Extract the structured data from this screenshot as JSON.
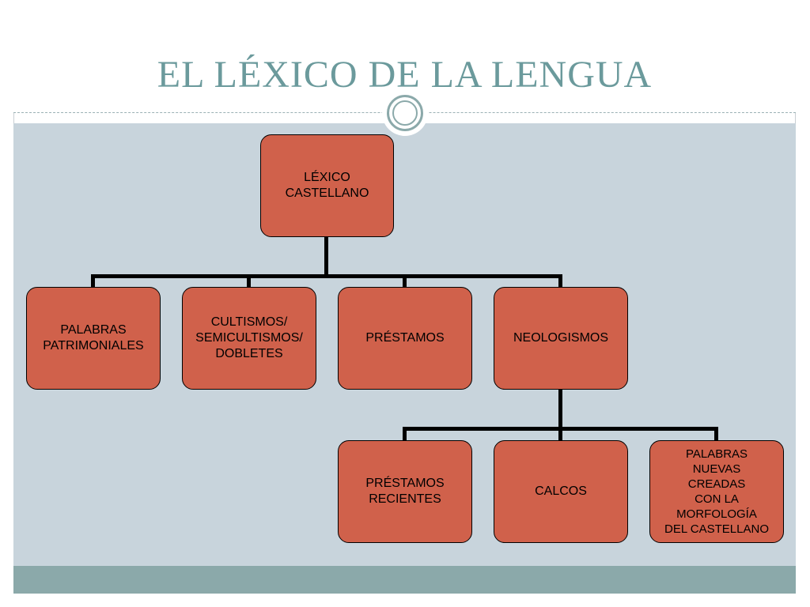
{
  "slide": {
    "title": "EL LÉXICO DE LA LENGUA"
  },
  "diagram": {
    "root": "LÉXICO\nCASTELLANO",
    "level1": [
      "PALABRAS\nPATRIMONIALES",
      "CULTISMOS/\nSEMICULTISMOS/\nDOBLETES",
      "PRÉSTAMOS",
      "NEOLOGISMOS"
    ],
    "level2": [
      "PRÉSTAMOS\nRECIENTES",
      "CALCOS",
      "PALABRAS\nNUEVAS\nCREADAS\nCON LA\nMORFOLOGÍA\nDEL CASTELLANO"
    ]
  },
  "colors": {
    "node_fill": "#d0614b",
    "content_bg": "#c8d4dc",
    "accent": "#8ba9aa",
    "title": "#6b9a9c"
  }
}
